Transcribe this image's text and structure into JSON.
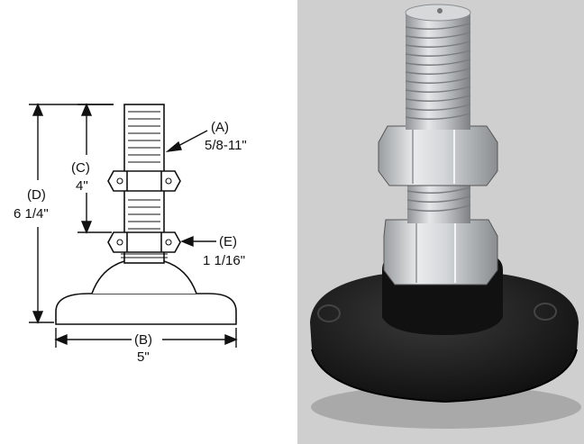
{
  "drawing": {
    "thread": {
      "callout": "(A)",
      "value": "5/8-11\""
    },
    "base": {
      "callout": "(B)",
      "value": "5\""
    },
    "stud": {
      "callout": "(C)",
      "value": "4\""
    },
    "height": {
      "callout": "(D)",
      "value": "6 1/4\""
    },
    "nut": {
      "callout": "(E)",
      "value": "1 1/16\""
    }
  },
  "colors": {
    "line": "#111111",
    "photo_background": "#cfcfcf",
    "rubber_base": "#1a1a1a",
    "steel": "#b9bcbe"
  }
}
